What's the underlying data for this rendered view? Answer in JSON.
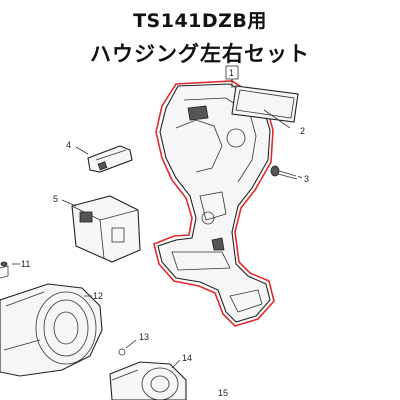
{
  "title": {
    "line1": "TS141DZB用",
    "line2": "ハウジング左右セット"
  },
  "callouts": [
    {
      "id": "c1",
      "label": "1"
    },
    {
      "id": "c2",
      "label": "2"
    },
    {
      "id": "c3",
      "label": "3"
    },
    {
      "id": "c4",
      "label": "4"
    },
    {
      "id": "c5",
      "label": "5"
    },
    {
      "id": "c11",
      "label": "11"
    },
    {
      "id": "c12",
      "label": "12"
    },
    {
      "id": "c13",
      "label": "13"
    },
    {
      "id": "c14",
      "label": "14"
    },
    {
      "id": "c15",
      "label": "15"
    }
  ],
  "colors": {
    "highlight": "#e32a2a",
    "line": "#222222"
  }
}
